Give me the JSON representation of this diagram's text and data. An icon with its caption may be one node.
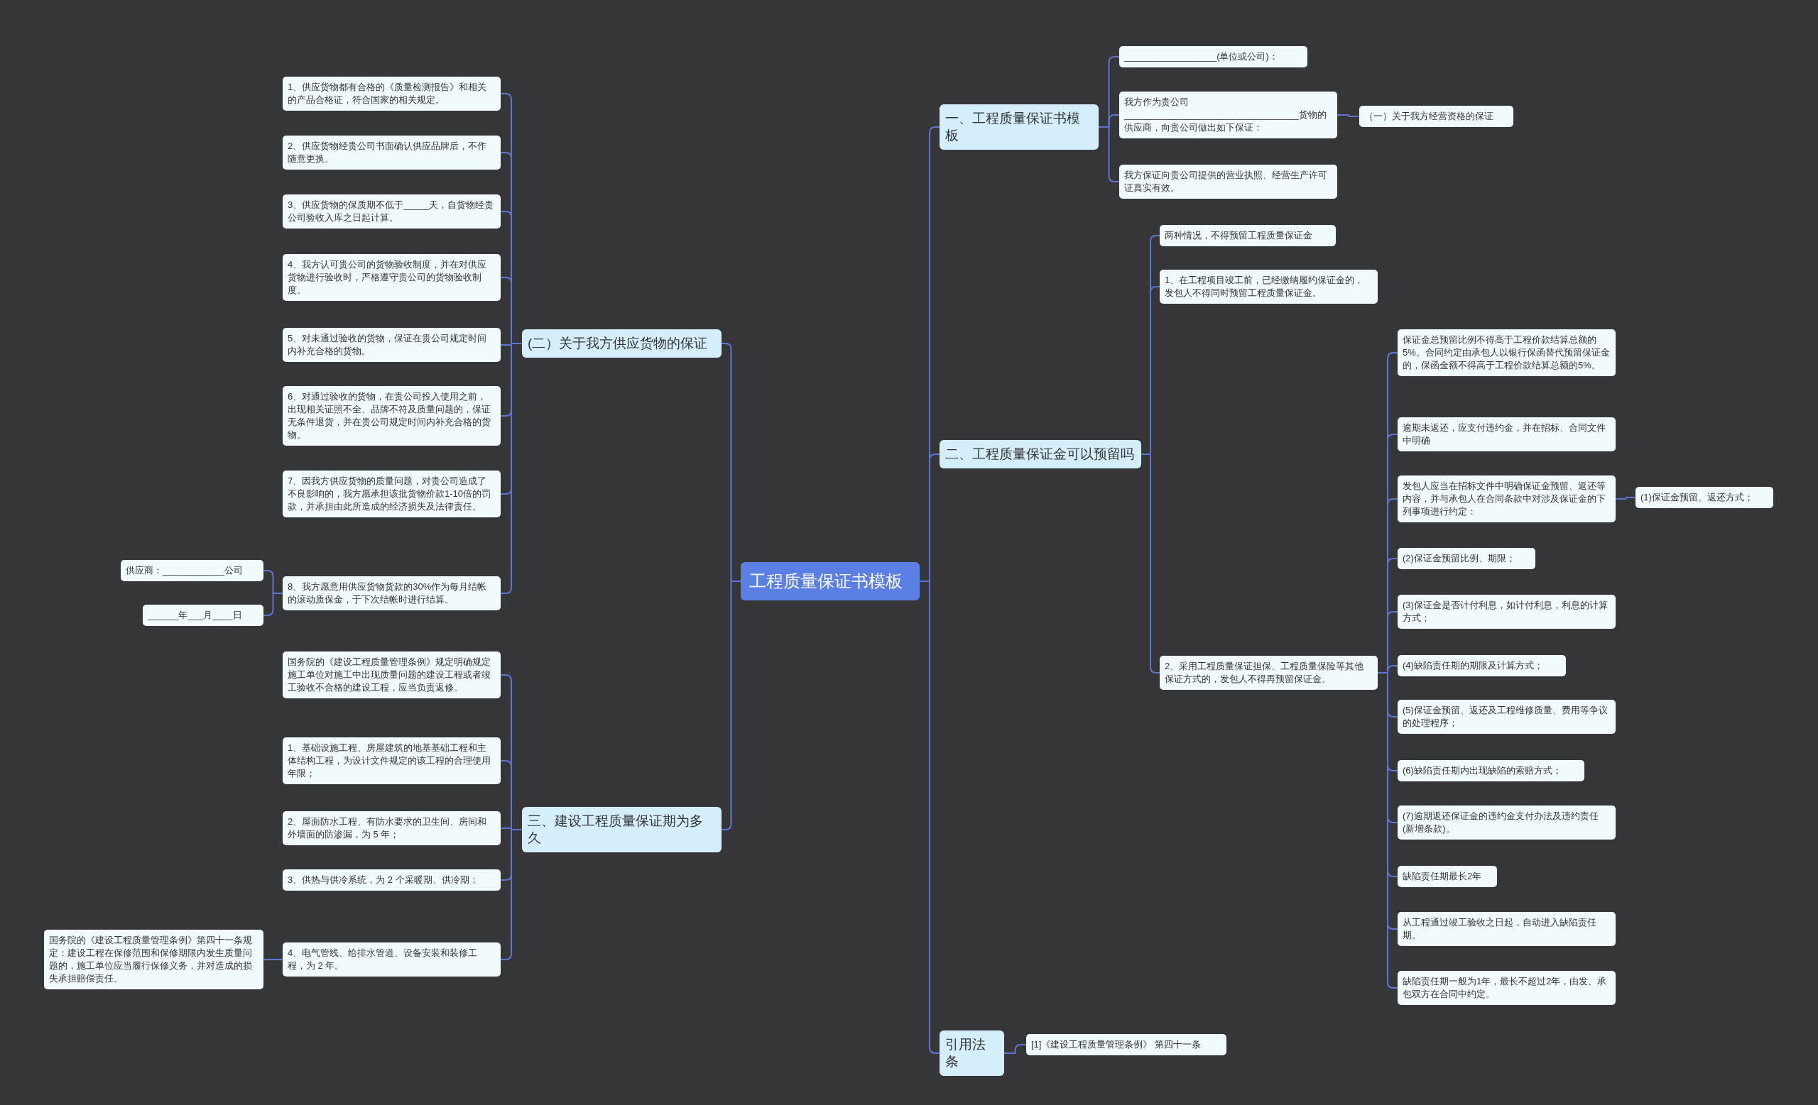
{
  "diagram": {
    "nodes": [
      {
        "text": [
          "工程质量保证书模板"
        ]
      },
      {
        "text": [
          "(二）关于我方供应货物的保证"
        ]
      },
      {
        "text": [
          "1、供应货物都有合格的《质量检测报告》和相关的产品合格证，符合国家的相关规定。"
        ]
      },
      {
        "text": [
          "2、供应货物经贵公司书面确认供应品牌后，不作随意更换。"
        ]
      },
      {
        "text": [
          "3、供应货物的保质期不低于_____天，自货物经贵公司验收入库之日起计算。"
        ]
      },
      {
        "text": [
          "4、我方认可贵公司的货物验收制度，并在对供应货物进行验收时，严格遵守贵公司的货物验收制度。"
        ]
      },
      {
        "text": [
          "5、对未通过验收的货物，保证在贵公司规定时间内补充合格的货物。"
        ]
      },
      {
        "text": [
          "6、对通过验收的货物，在贵公司投入使用之前，出现相关证照不全、品牌不符及质量问题的，保证无条件退货，并在贵公司规定时间内补充合格的货物。"
        ]
      },
      {
        "text": [
          "7、因我方供应货物的质量问题，对贵公司造成了不良影响的，我方愿承担该批货物价款1-10倍的罚款，并承担由此所造成的经济损失及法律责任。"
        ]
      },
      {
        "text": [
          "8、我方愿意用供应货物货款的30%作为每月结帐的滚动质保金，于下次结帐时进行结算。"
        ]
      },
      {
        "text": [
          "供应商：____________公司"
        ]
      },
      {
        "text": [
          "______年___月____日"
        ]
      },
      {
        "text": [
          "三、建设工程质量保证期为多久"
        ]
      },
      {
        "text": [
          "国务院的《建设工程质量管理条例》规定明确规定施工单位对施工中出现质量问题的建设工程或者竣工验收不合格的建设工程，应当负责返修。"
        ]
      },
      {
        "text": [
          "1、基础设施工程、房屋建筑的地基基础工程和主体结构工程，为设计文件规定的该工程的合理使用年限；"
        ]
      },
      {
        "text": [
          "2、屋面防水工程、有防水要求的卫生间、房间和外墙面的防渗漏，为 5 年；"
        ]
      },
      {
        "text": [
          "3、供热与供冷系统，为 2 个采暖期、供冷期；"
        ]
      },
      {
        "text": [
          "4、电气管线、给排水管道、设备安装和装修工程，为 2 年。"
        ]
      },
      {
        "text": [
          "国务院的《建设工程质量管理条例》第四十一条规定：建设工程在保修范围和保修期限内发生质量问题的，施工单位应当履行保修义务，并对造成的损失承担赔偿责任。"
        ]
      },
      {
        "text": [
          "一、工程质量保证书模板"
        ]
      },
      {
        "text": [
          "__________________(单位或公司)："
        ]
      },
      {
        "text": [
          "我方作为贵公司__________________________________货物的供应商，向贵公司做出如下保证："
        ]
      },
      {
        "text": [
          "（一）关于我方经营资格的保证"
        ]
      },
      {
        "text": [
          "我方保证向贵公司提供的营业执照、经营生产许可证真实有效。"
        ]
      },
      {
        "text": [
          "二、工程质量保证金可以预留吗"
        ]
      },
      {
        "text": [
          "两种情况，不得预留工程质量保证金"
        ]
      },
      {
        "text": [
          "1、在工程项目竣工前，已经缴纳履约保证金的，发包人不得同时预留工程质量保证金。"
        ]
      },
      {
        "text": [
          "2、采用工程质量保证担保、工程质量保险等其他保证方式的，发包人不得再预留保证金。"
        ]
      },
      {
        "text": [
          "保证金总预留比例不得高于工程价款结算总额的5%。合同约定由承包人以银行保函替代预留保证金的，保函金额不得高于工程价款结算总额的5%。"
        ]
      },
      {
        "text": [
          "逾期未返还，应支付违约金，并在招标、合同文件中明确"
        ]
      },
      {
        "text": [
          "发包人应当在招标文件中明确保证金预留、返还等内容，并与承包人在合同条款中对涉及保证金的下列事项进行约定："
        ]
      },
      {
        "text": [
          "(1)保证金预留、返还方式；"
        ]
      },
      {
        "text": [
          "(2)保证金预留比例、期限；"
        ]
      },
      {
        "text": [
          "(3)保证金是否计付利息，如计付利息，利息的计算方式；"
        ]
      },
      {
        "text": [
          "(4)缺陷责任期的期限及计算方式；"
        ]
      },
      {
        "text": [
          "(5)保证金预留、返还及工程维修质量、费用等争议的处理程序；"
        ]
      },
      {
        "text": [
          "(6)缺陷责任期内出现缺陷的索赔方式；"
        ]
      },
      {
        "text": [
          "(7)逾期返还保证金的违约金支付办法及违约责任(新增条款)。"
        ]
      },
      {
        "text": [
          "缺陷责任期最长2年"
        ]
      },
      {
        "text": [
          "从工程通过竣工验收之日起，自动进入缺陷责任期。"
        ]
      },
      {
        "text": [
          "缺陷责任期一般为1年，最长不超过2年，由发、承包双方在合同中约定。"
        ]
      },
      {
        "text": [
          "引用法条"
        ]
      },
      {
        "text": [
          "[1]《建设工程质量管理条例》 第四十一条"
        ]
      }
    ],
    "edges": [
      {
        "from": 0,
        "to": 1,
        "arrow": "none"
      },
      {
        "from": 1,
        "to": 2,
        "arrow": "none"
      },
      {
        "from": 1,
        "to": 3,
        "arrow": "none"
      },
      {
        "from": 1,
        "to": 4,
        "arrow": "none"
      },
      {
        "from": 1,
        "to": 5,
        "arrow": "none"
      },
      {
        "from": 1,
        "to": 6,
        "arrow": "none"
      },
      {
        "from": 1,
        "to": 7,
        "arrow": "none"
      },
      {
        "from": 1,
        "to": 8,
        "arrow": "none"
      },
      {
        "from": 1,
        "to": 9,
        "arrow": "none"
      },
      {
        "from": 9,
        "to": 10,
        "arrow": "none"
      },
      {
        "from": 9,
        "to": 11,
        "arrow": "none"
      },
      {
        "from": 0,
        "to": 12,
        "arrow": "none"
      },
      {
        "from": 12,
        "to": 13,
        "arrow": "none"
      },
      {
        "from": 12,
        "to": 14,
        "arrow": "none"
      },
      {
        "from": 12,
        "to": 15,
        "arrow": "none"
      },
      {
        "from": 12,
        "to": 16,
        "arrow": "none"
      },
      {
        "from": 12,
        "to": 17,
        "arrow": "none"
      },
      {
        "from": 17,
        "to": 18,
        "arrow": "none"
      },
      {
        "from": 0,
        "to": 19,
        "arrow": "none"
      },
      {
        "from": 19,
        "to": 20,
        "arrow": "none"
      },
      {
        "from": 19,
        "to": 21,
        "arrow": "none"
      },
      {
        "from": 21,
        "to": 22,
        "arrow": "none"
      },
      {
        "from": 19,
        "to": 23,
        "arrow": "none"
      },
      {
        "from": 0,
        "to": 24,
        "arrow": "none"
      },
      {
        "from": 24,
        "to": 25,
        "arrow": "none"
      },
      {
        "from": 24,
        "to": 26,
        "arrow": "none"
      },
      {
        "from": 24,
        "to": 27,
        "arrow": "none"
      },
      {
        "from": 27,
        "to": 28,
        "arrow": "none"
      },
      {
        "from": 27,
        "to": 29,
        "arrow": "none"
      },
      {
        "from": 27,
        "to": 30,
        "arrow": "none"
      },
      {
        "from": 30,
        "to": 31,
        "arrow": "none"
      },
      {
        "from": 27,
        "to": 32,
        "arrow": "none"
      },
      {
        "from": 27,
        "to": 33,
        "arrow": "none"
      },
      {
        "from": 27,
        "to": 34,
        "arrow": "none"
      },
      {
        "from": 27,
        "to": 35,
        "arrow": "none"
      },
      {
        "from": 27,
        "to": 36,
        "arrow": "none"
      },
      {
        "from": 27,
        "to": 37,
        "arrow": "none"
      },
      {
        "from": 27,
        "to": 38,
        "arrow": "none"
      },
      {
        "from": 27,
        "to": 39,
        "arrow": "none"
      },
      {
        "from": 27,
        "to": 40,
        "arrow": "none"
      },
      {
        "from": 0,
        "to": 41,
        "arrow": "none"
      },
      {
        "from": 41,
        "to": 42,
        "arrow": "none"
      }
    ]
  }
}
